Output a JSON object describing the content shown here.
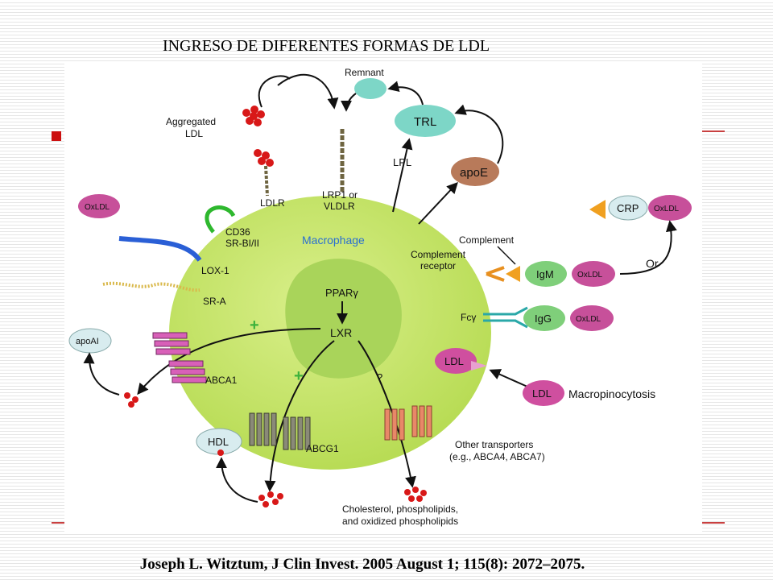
{
  "slide": {
    "title": "INGRESO DE  DIFERENTES FORMAS DE LDL",
    "citation": "Joseph L. Witztum, J Clin Invest. 2005 August 1; 115(8): 2072–2075."
  },
  "diagram": {
    "cell_label": "Macrophage",
    "nucleus_label_ppar": "PPARγ",
    "nucleus_label_lxr": "LXR",
    "remnant": "Remnant",
    "trl": "TRL",
    "lpl": "LPL",
    "apoe": "apoE",
    "aggregated_ldl_line1": "Aggregated",
    "aggregated_ldl_line2": "LDL",
    "ldlr": "LDLR",
    "lrp1_line1": "LRP1 or",
    "lrp1_line2": "VLDLR",
    "oxldl": "OxLDL",
    "cd36_line1": "CD36",
    "cd36_line2": "SR-BI/II",
    "lox1": "LOX-1",
    "sra": "SR-A",
    "crp": "CRP",
    "complement": "Complement",
    "complement_receptor_line1": "Complement",
    "complement_receptor_line2": "receptor",
    "igm": "IgM",
    "or": "Or",
    "fcy": "Fcγ",
    "igg": "IgG",
    "ldl": "LDL",
    "macropinocytosis": "Macropinocytosis",
    "apoai": "apoAI",
    "abca1": "ABCA1",
    "hdl": "HDL",
    "abcg1": "ABCG1",
    "other_transporters_line1": "Other transporters",
    "other_transporters_line2": "(e.g., ABCA4, ABCA7)",
    "cholesterol_line1": "Cholesterol, phospholipids,",
    "cholesterol_line2": "and oxidized phospholipids",
    "plus": "+",
    "question": "?"
  },
  "colors": {
    "cell": "#c7e56a",
    "nucleus": "#a9d45a",
    "oxldl_fill": "#c7509a",
    "ldl_fill": "#cf4f9f",
    "trl_fill": "#7dd6c7",
    "apoe_fill": "#b87a5a",
    "red_dots": "#d81818",
    "abca1": "#d860b8",
    "abcg1": "#8a8a78",
    "other_transporter": "#e88868",
    "title_bullet": "#cc1010"
  }
}
